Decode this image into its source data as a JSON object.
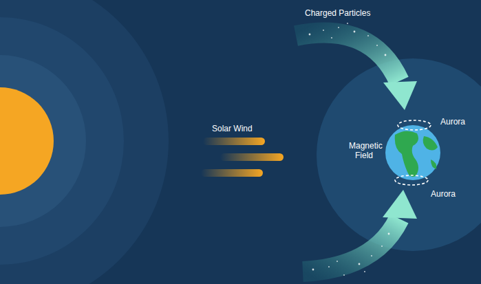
{
  "diagram": {
    "labels": [
      "Charged Particles",
      "Solar Wind",
      "Aurora",
      "Magnetic Field",
      "Aurora"
    ]
  }
}
